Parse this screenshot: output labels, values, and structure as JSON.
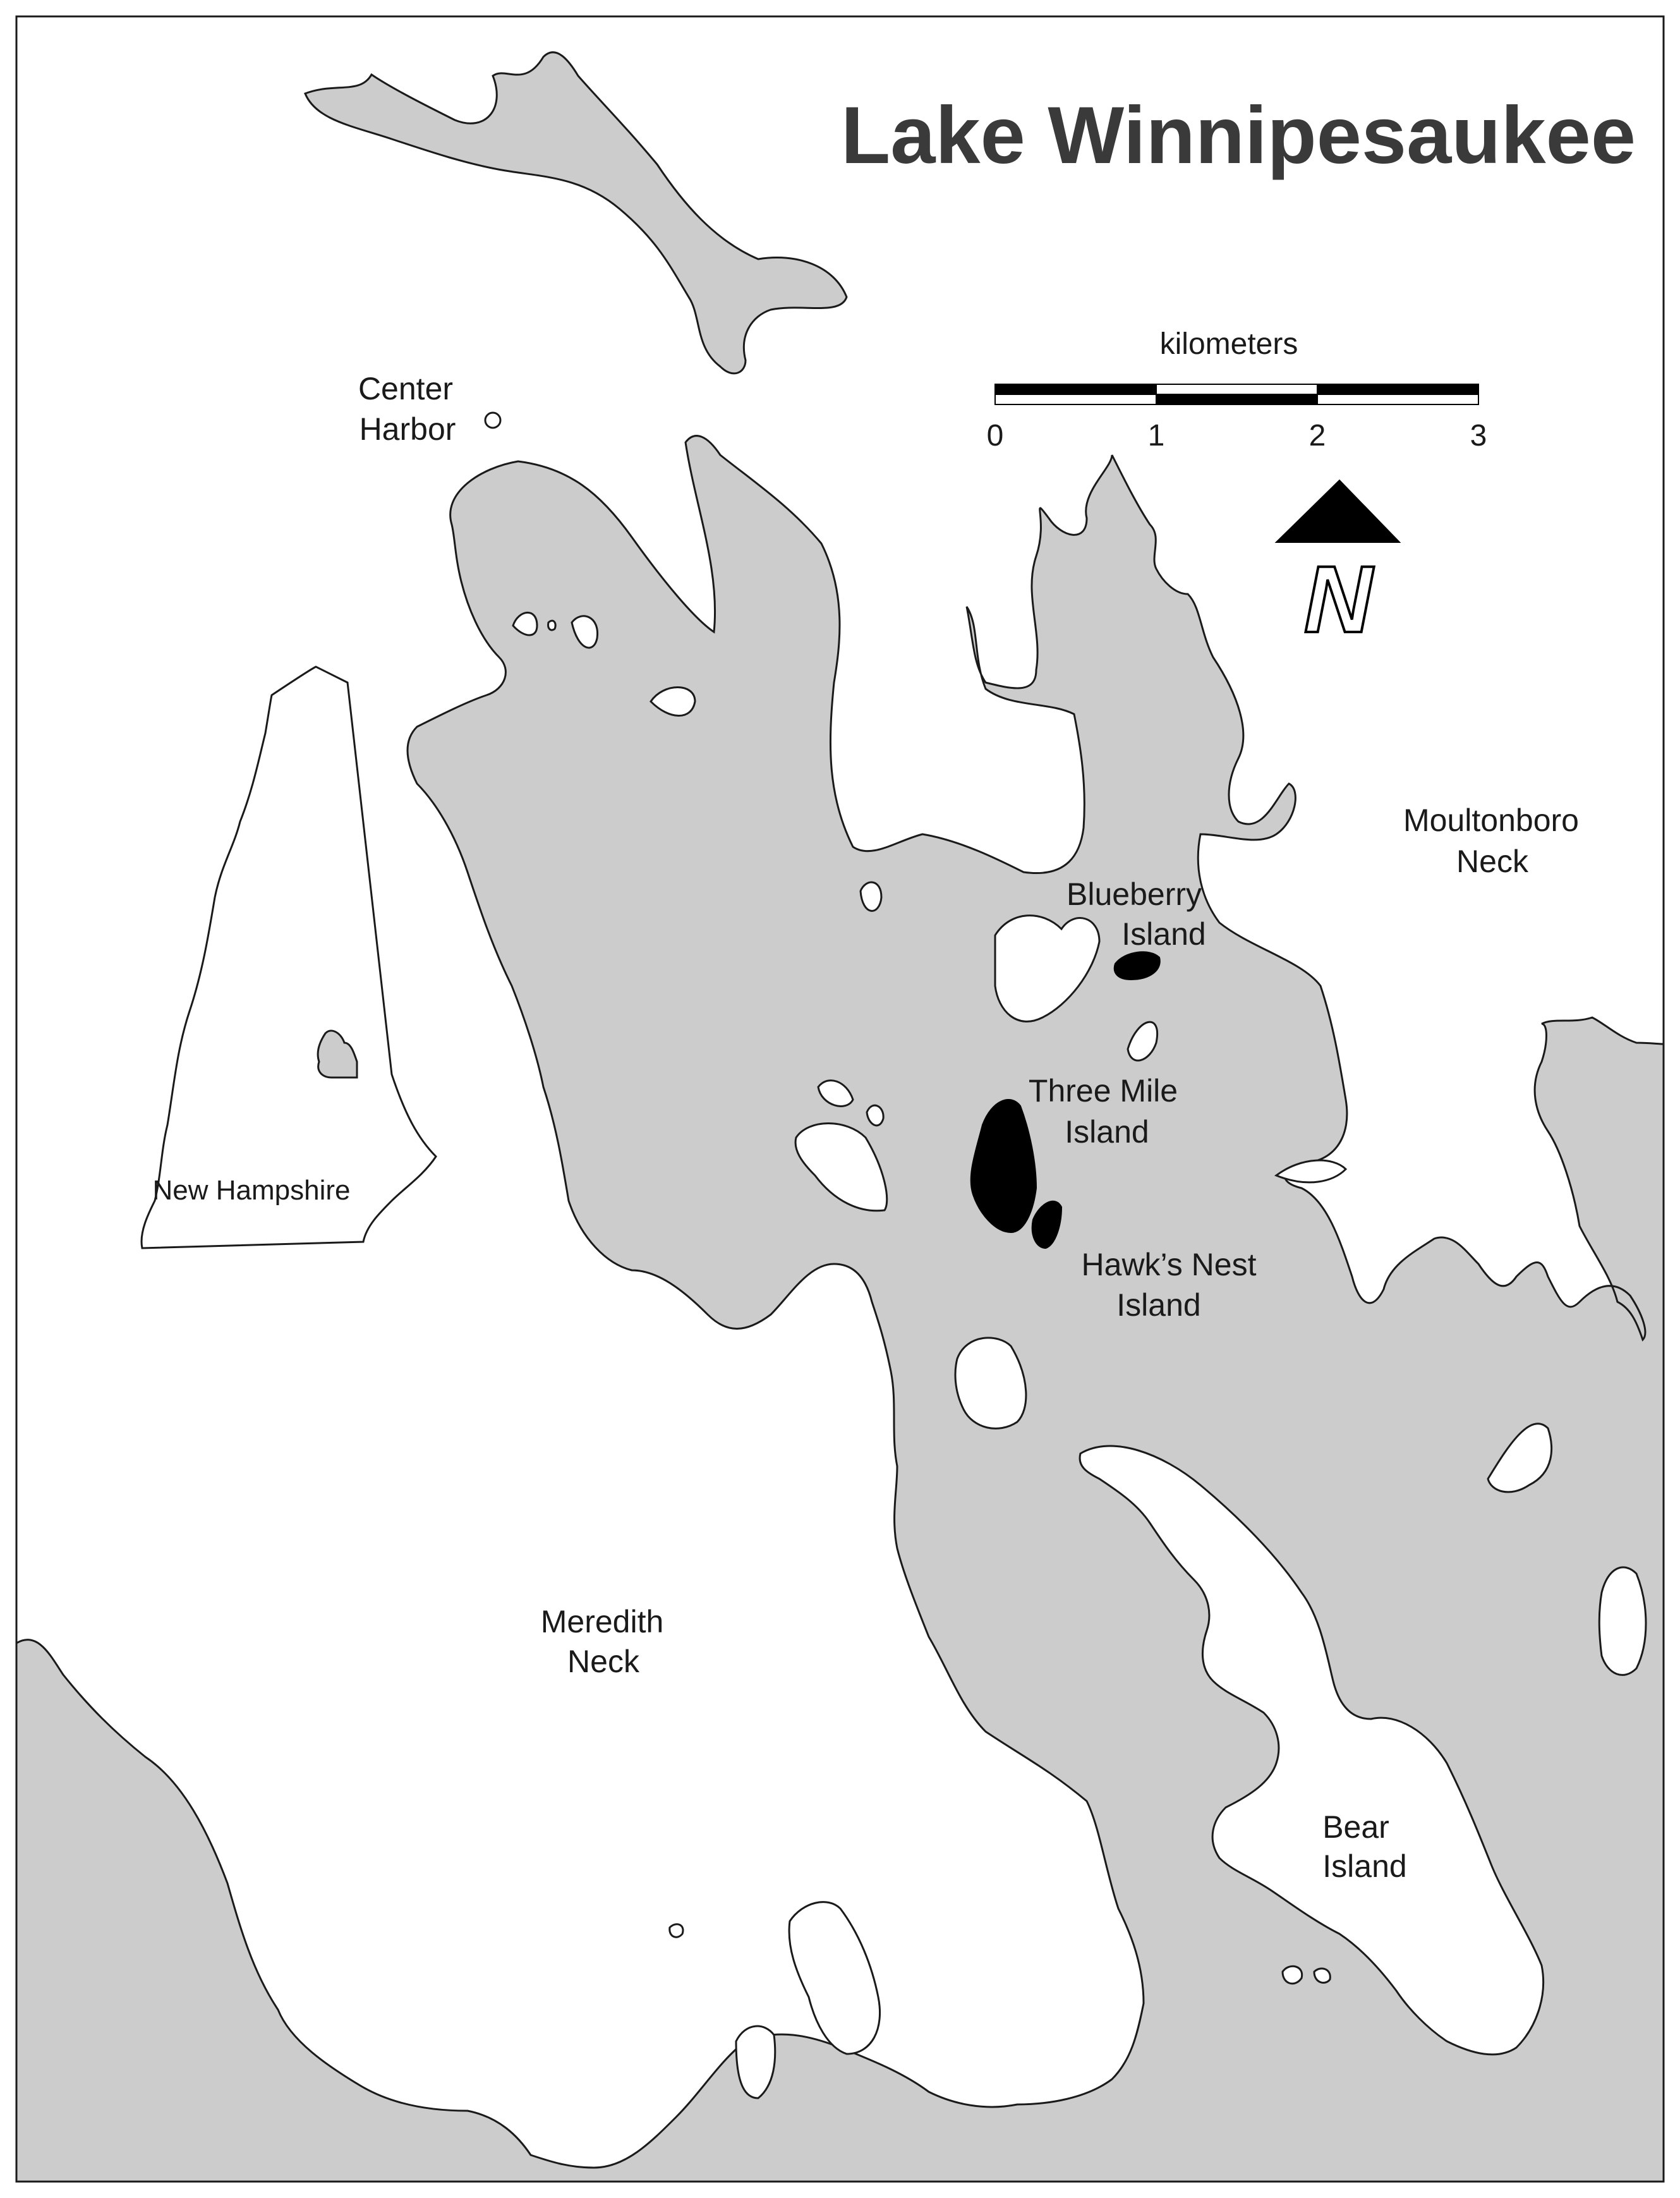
{
  "map": {
    "title": "Lake Winnipesaukee",
    "colors": {
      "water": "#cccccc",
      "land": "#ffffff",
      "outline": "#1a1a1a",
      "highlighted_island": "#000000",
      "title_text": "#3a3a3a"
    },
    "scale_bar": {
      "unit": "kilometers",
      "ticks": [
        "0",
        "1",
        "2",
        "3"
      ]
    },
    "north_arrow": {
      "label": "N"
    },
    "inset": {
      "label": "New Hampshire"
    },
    "places": {
      "center_harbor": {
        "line1": "Center",
        "line2": "Harbor"
      },
      "moultonboro_neck": {
        "line1": "Moultonboro",
        "line2": "Neck"
      },
      "blueberry_island": {
        "line1": "Blueberry",
        "line2": "Island"
      },
      "three_mile_island": {
        "line1": "Three Mile",
        "line2": "Island"
      },
      "hawks_nest_island": {
        "line1": "Hawk’s Nest",
        "line2": "Island"
      },
      "meredith_neck": {
        "line1": "Meredith",
        "line2": "Neck"
      },
      "bear_island": {
        "line1": "Bear",
        "line2": "Island"
      }
    }
  }
}
